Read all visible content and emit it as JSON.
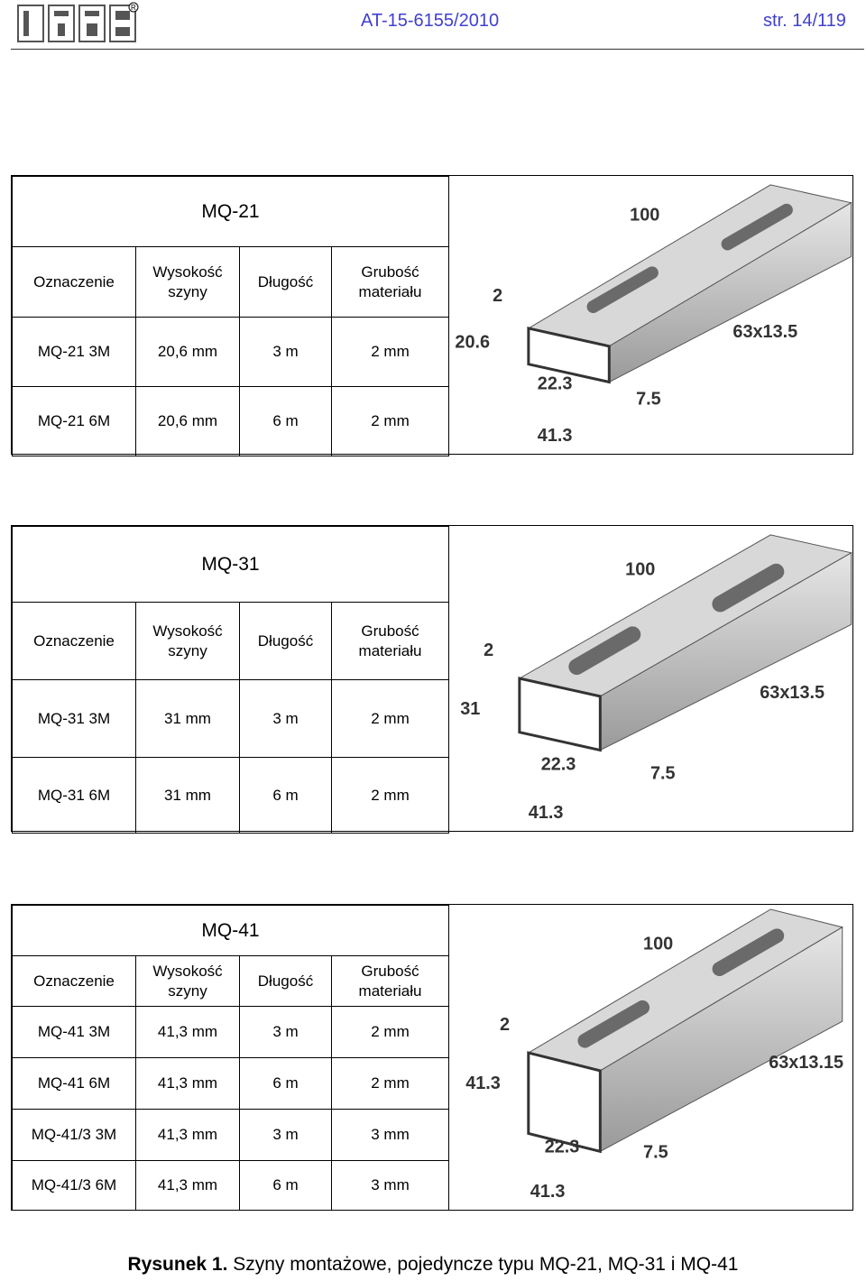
{
  "header": {
    "doc_id": "AT-15-6155/2010",
    "page": "str. 14/119"
  },
  "table_headers": {
    "designation": "Oznaczenie",
    "height_line1": "Wysokość",
    "height_line2": "szyny",
    "length": "Długość",
    "thickness_line1": "Grubość",
    "thickness_line2": "materiału"
  },
  "sections": [
    {
      "title": "MQ-21",
      "rows": [
        [
          "MQ-21 3M",
          "20,6 mm",
          "3 m",
          "2 mm"
        ],
        [
          "MQ-21 6M",
          "20,6 mm",
          "6 m",
          "2 mm"
        ]
      ],
      "figure": {
        "len": "100",
        "thk": "2",
        "h": "20.6",
        "slot": "63x13.5",
        "open": "22.3",
        "lip": "7.5",
        "w": "41.3"
      }
    },
    {
      "title": "MQ-31",
      "rows": [
        [
          "MQ-31 3M",
          "31 mm",
          "3 m",
          "2 mm"
        ],
        [
          "MQ-31 6M",
          "31 mm",
          "6 m",
          "2 mm"
        ]
      ],
      "figure": {
        "len": "100",
        "thk": "2",
        "h": "31",
        "slot": "63x13.5",
        "open": "22.3",
        "lip": "7.5",
        "w": "41.3"
      }
    },
    {
      "title": "MQ-41",
      "rows": [
        [
          "MQ-41 3M",
          "41,3 mm",
          "3 m",
          "2 mm"
        ],
        [
          "MQ-41 6M",
          "41,3 mm",
          "6 m",
          "2 mm"
        ],
        [
          "MQ-41/3 3M",
          "41,3 mm",
          "3 m",
          "3 mm"
        ],
        [
          "MQ-41/3 6M",
          "41,3 mm",
          "6 m",
          "3 mm"
        ]
      ],
      "figure": {
        "len": "100",
        "thk": "2",
        "h": "41.3",
        "slot": "63x13.15",
        "open": "22.3",
        "lip": "7.5",
        "w": "41.3"
      }
    }
  ],
  "caption": {
    "label": "Rysunek 1.",
    "text": " Szyny montażowe, pojedyncze typu MQ-21, MQ-31 i MQ-41"
  }
}
